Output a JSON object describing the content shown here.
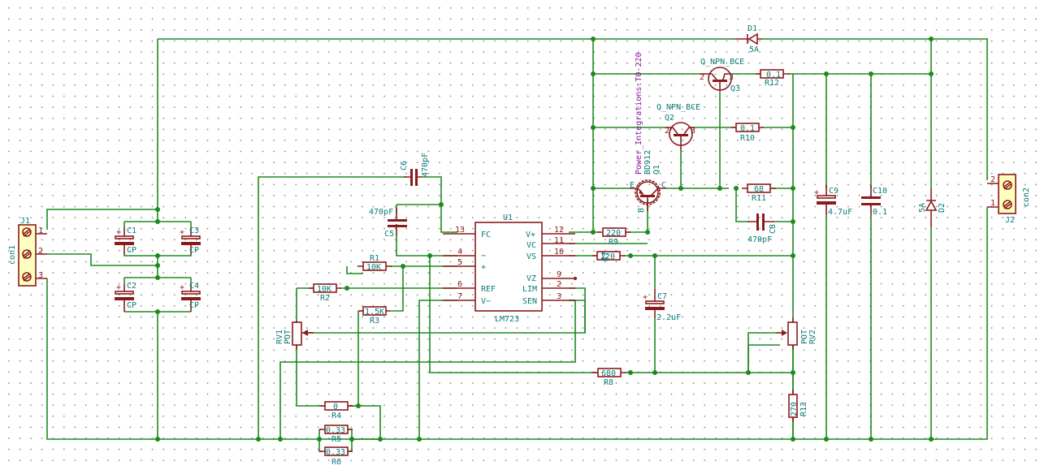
{
  "schematic": {
    "title": "LM723 regulated power supply",
    "components": {
      "J1": {
        "ref": "J1",
        "value": "con1",
        "pins": [
          "1",
          "2",
          "3"
        ]
      },
      "J2": {
        "ref": "J2",
        "value": "con2",
        "pins": [
          "2",
          "1"
        ]
      },
      "C1": {
        "ref": "C1",
        "value": "CP"
      },
      "C2": {
        "ref": "C2",
        "value": "CP"
      },
      "C3": {
        "ref": "C3",
        "value": "CP"
      },
      "C4": {
        "ref": "C4",
        "value": "CP"
      },
      "C5": {
        "ref": "C5",
        "value": "470pF"
      },
      "C6": {
        "ref": "C6",
        "value": "470pF"
      },
      "C7": {
        "ref": "C7",
        "value": "2.2uF"
      },
      "C8": {
        "ref": "C8",
        "value": "470pF"
      },
      "C9": {
        "ref": "C9",
        "value": "4.7uF"
      },
      "C10": {
        "ref": "C10",
        "value": "0.1"
      },
      "R1": {
        "ref": "R1",
        "value": "10K"
      },
      "R2": {
        "ref": "R2",
        "value": "10K"
      },
      "R3": {
        "ref": "R3",
        "value": "1.5K"
      },
      "R4": {
        "ref": "R4",
        "value": "0"
      },
      "R5": {
        "ref": "R5",
        "value": "0.33"
      },
      "R6": {
        "ref": "R6",
        "value": "0.33"
      },
      "R7": {
        "ref": "R7",
        "value": "220"
      },
      "R8": {
        "ref": "R8",
        "value": "680"
      },
      "R9": {
        "ref": "R9",
        "value": "220"
      },
      "R10": {
        "ref": "R10",
        "value": "0.1"
      },
      "R11": {
        "ref": "R11",
        "value": "68"
      },
      "R12": {
        "ref": "R12",
        "value": "0.1"
      },
      "R13": {
        "ref": "R13",
        "value": "270"
      },
      "RV1": {
        "ref": "RV1",
        "value": "POT"
      },
      "RV2": {
        "ref": "RV2",
        "value": "POT"
      },
      "D1": {
        "ref": "D1",
        "value": "5A"
      },
      "D2": {
        "ref": "D2",
        "value": "5A"
      },
      "Q1": {
        "ref": "Q1",
        "value": "BD912",
        "footprint": "Power_Integrations:TO-220",
        "pins": {
          "E": "E",
          "C": "C",
          "B": "B"
        }
      },
      "Q2": {
        "ref": "Q2",
        "value": "Q_NPN_BCE"
      },
      "Q3": {
        "ref": "Q3",
        "value": "Q_NPN_BCE"
      },
      "U1": {
        "ref": "U1",
        "value": "LM723",
        "left_pins": [
          {
            "num": "13",
            "name": "FC"
          },
          {
            "num": "4",
            "name": "−"
          },
          {
            "num": "5",
            "name": "+"
          },
          {
            "num": "6",
            "name": "REF"
          },
          {
            "num": "7",
            "name": "V−"
          }
        ],
        "right_pins": [
          {
            "num": "12",
            "name": "V+"
          },
          {
            "num": "11",
            "name": "VC"
          },
          {
            "num": "10",
            "name": "VS"
          },
          {
            "num": "9",
            "name": "VZ"
          },
          {
            "num": "2",
            "name": "LIM"
          },
          {
            "num": "3",
            "name": "SEN"
          }
        ]
      }
    },
    "transistor_pin_numbers": {
      "b": "1",
      "c": "2",
      "e": "3"
    },
    "cap_plus": "+",
    "colors": {
      "wire": "#1e8a1e",
      "component": "#8b1a1a",
      "label": "#0b7a7a",
      "footprint": "#8a1a9a",
      "connector_body": "#ffffc0"
    }
  }
}
